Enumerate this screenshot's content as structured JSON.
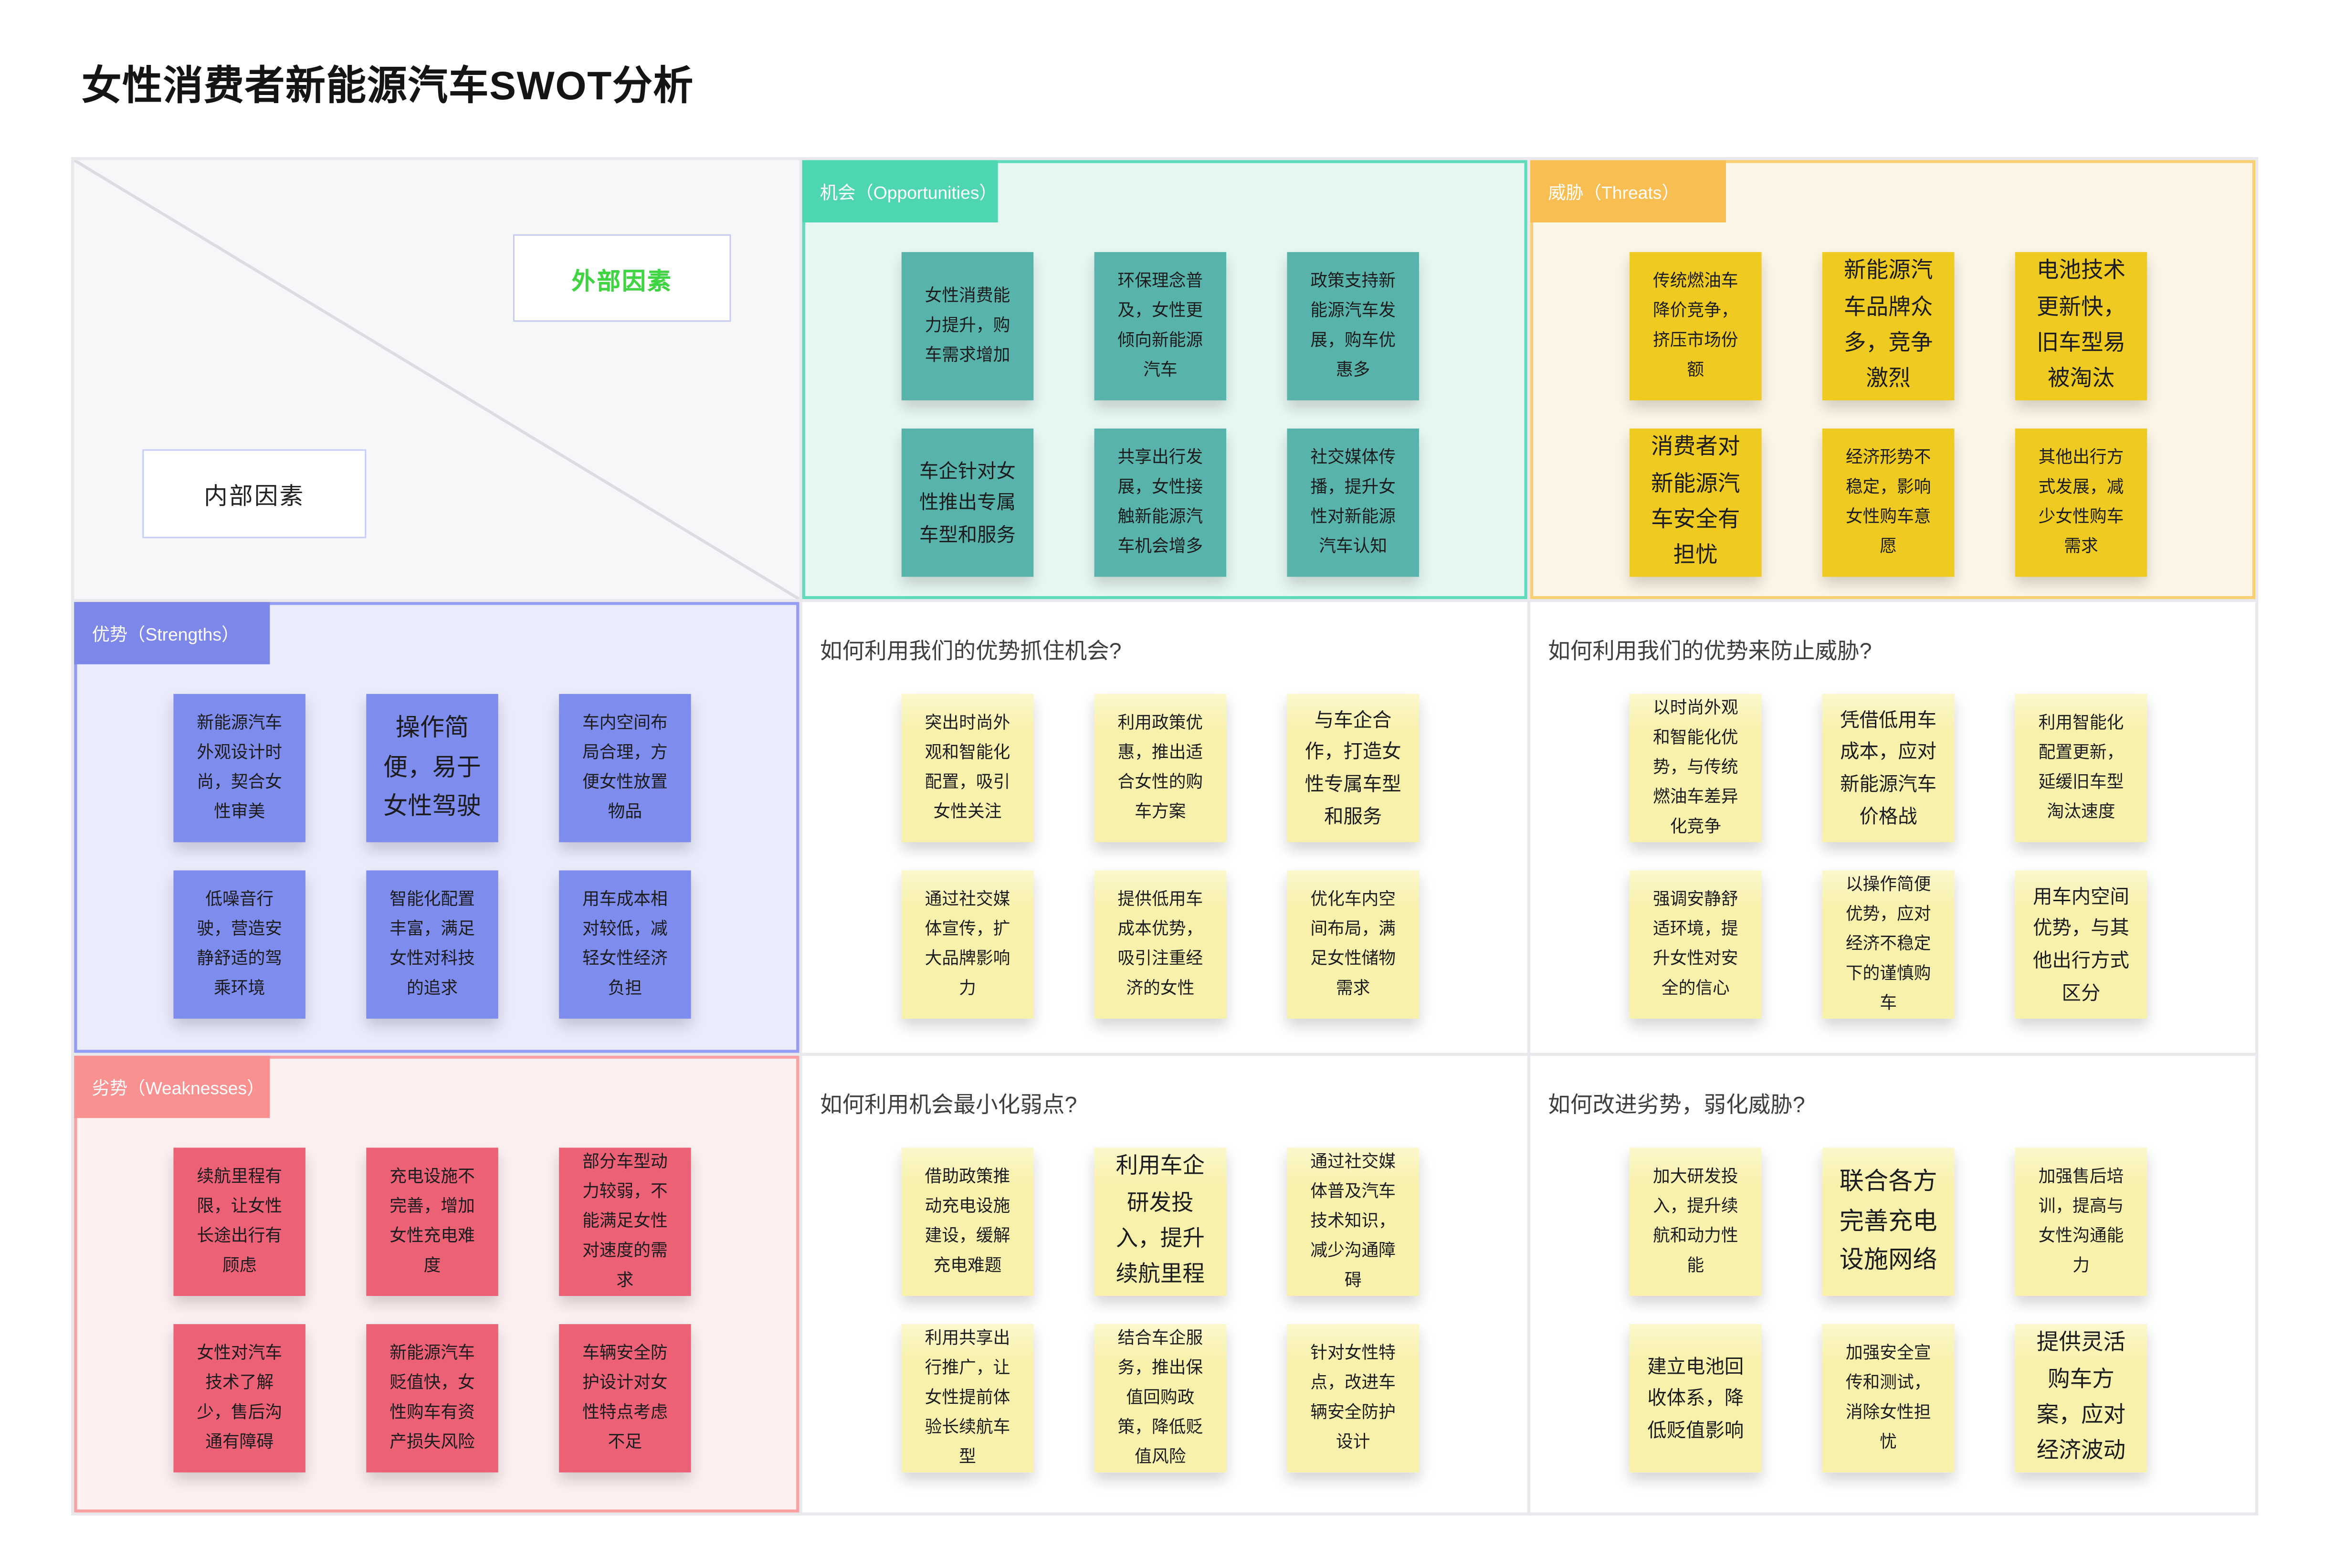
{
  "title": "女性消费者新能源汽车SWOT分析",
  "axis": {
    "external_label": "外部因素",
    "internal_label": "内部因素"
  },
  "colors": {
    "opportunities_accent": "#4ed6b3",
    "threats_accent": "#f9be52",
    "strengths_accent": "#7d87ea",
    "weaknesses_accent": "#f99191",
    "external_label_green": "#3fd441",
    "strategy_sticky_yellow": "#f8f1ab"
  },
  "sections": {
    "opportunities": {
      "header": "机会（Opportunities）",
      "notes": [
        {
          "text": "女性消费能力提升，购车需求增加",
          "size": "s"
        },
        {
          "text": "环保理念普及，女性更倾向新能源汽车",
          "size": "s"
        },
        {
          "text": "政策支持新能源汽车发展，购车优惠多",
          "size": "s"
        },
        {
          "text": "车企针对女性推出专属车型和服务",
          "size": "m"
        },
        {
          "text": "共享出行发展，女性接触新能源汽车机会增多",
          "size": "s"
        },
        {
          "text": "社交媒体传播，提升女性对新能源汽车认知",
          "size": "s"
        }
      ]
    },
    "threats": {
      "header": "威胁（Threats）",
      "notes": [
        {
          "text": "传统燃油车降价竞争，挤压市场份额",
          "size": "s"
        },
        {
          "text": "新能源汽车品牌众多，竞争激烈",
          "size": "l"
        },
        {
          "text": "电池技术更新快，旧车型易被淘汰",
          "size": "l"
        },
        {
          "text": "消费者对新能源汽车安全有担忧",
          "size": "l"
        },
        {
          "text": "经济形势不稳定，影响女性购车意愿",
          "size": "s"
        },
        {
          "text": "其他出行方式发展，减少女性购车需求",
          "size": "s"
        }
      ]
    },
    "strengths": {
      "header": "优势（Strengths）",
      "notes": [
        {
          "text": "新能源汽车外观设计时尚，契合女性审美",
          "size": "s"
        },
        {
          "text": "操作简便，易于女性驾驶",
          "size": "xl"
        },
        {
          "text": "车内空间布局合理，方便女性放置物品",
          "size": "s"
        },
        {
          "text": "低噪音行驶，营造安静舒适的驾乘环境",
          "size": "s"
        },
        {
          "text": "智能化配置丰富，满足女性对科技的追求",
          "size": "s"
        },
        {
          "text": "用车成本相对较低，减轻女性经济负担",
          "size": "s"
        }
      ]
    },
    "weaknesses": {
      "header": "劣势（Weaknesses）",
      "notes": [
        {
          "text": "续航里程有限，让女性长途出行有顾虑",
          "size": "s"
        },
        {
          "text": "充电设施不完善，增加女性充电难度",
          "size": "s"
        },
        {
          "text": "部分车型动力较弱，不能满足女性对速度的需求",
          "size": "s"
        },
        {
          "text": "女性对汽车技术了解少，售后沟通有障碍",
          "size": "s"
        },
        {
          "text": "新能源汽车贬值快，女性购车有资产损失风险",
          "size": "s"
        },
        {
          "text": "车辆安全防护设计对女性特点考虑不足",
          "size": "s"
        }
      ]
    },
    "so": {
      "question": "如何利用我们的优势抓住机会?",
      "notes": [
        {
          "text": "突出时尚外观和智能化配置，吸引女性关注",
          "size": "s"
        },
        {
          "text": "利用政策优惠，推出适合女性的购车方案",
          "size": "s"
        },
        {
          "text": "与车企合作，打造女性专属车型和服务",
          "size": "m"
        },
        {
          "text": "通过社交媒体宣传，扩大品牌影响力",
          "size": "s"
        },
        {
          "text": "提供低用车成本优势，吸引注重经济的女性",
          "size": "s"
        },
        {
          "text": "优化车内空间布局，满足女性储物需求",
          "size": "s"
        }
      ]
    },
    "st": {
      "question": "如何利用我们的优势来防止威胁?",
      "notes": [
        {
          "text": "以时尚外观和智能化优势，与传统燃油车差异化竞争",
          "size": "s"
        },
        {
          "text": "凭借低用车成本，应对新能源汽车价格战",
          "size": "m"
        },
        {
          "text": "利用智能化配置更新，延缓旧车型淘汰速度",
          "size": "s"
        },
        {
          "text": "强调安静舒适环境，提升女性对安全的信心",
          "size": "s"
        },
        {
          "text": "以操作简便优势，应对经济不稳定下的谨慎购车",
          "size": "s"
        },
        {
          "text": "用车内空间优势，与其他出行方式区分",
          "size": "m"
        }
      ]
    },
    "wo": {
      "question": "如何利用机会最小化弱点?",
      "notes": [
        {
          "text": "借助政策推动充电设施建设，缓解充电难题",
          "size": "s"
        },
        {
          "text": "利用车企研发投入，提升续航里程",
          "size": "l"
        },
        {
          "text": "通过社交媒体普及汽车技术知识，减少沟通障碍",
          "size": "s"
        },
        {
          "text": "利用共享出行推广，让女性提前体验长续航车型",
          "size": "s"
        },
        {
          "text": "结合车企服务，推出保值回购政策，降低贬值风险",
          "size": "s"
        },
        {
          "text": "针对女性特点，改进车辆安全防护设计",
          "size": "s"
        }
      ]
    },
    "wt": {
      "question": "如何改进劣势，弱化威胁?",
      "notes": [
        {
          "text": "加大研发投入，提升续航和动力性能",
          "size": "s"
        },
        {
          "text": "联合各方完善充电设施网络",
          "size": "xl"
        },
        {
          "text": "加强售后培训，提高与女性沟通能力",
          "size": "s"
        },
        {
          "text": "建立电池回收体系，降低贬值影响",
          "size": "m"
        },
        {
          "text": "加强安全宣传和测试，消除女性担忧",
          "size": "s"
        },
        {
          "text": "提供灵活购车方案，应对经济波动",
          "size": "l"
        }
      ]
    }
  }
}
